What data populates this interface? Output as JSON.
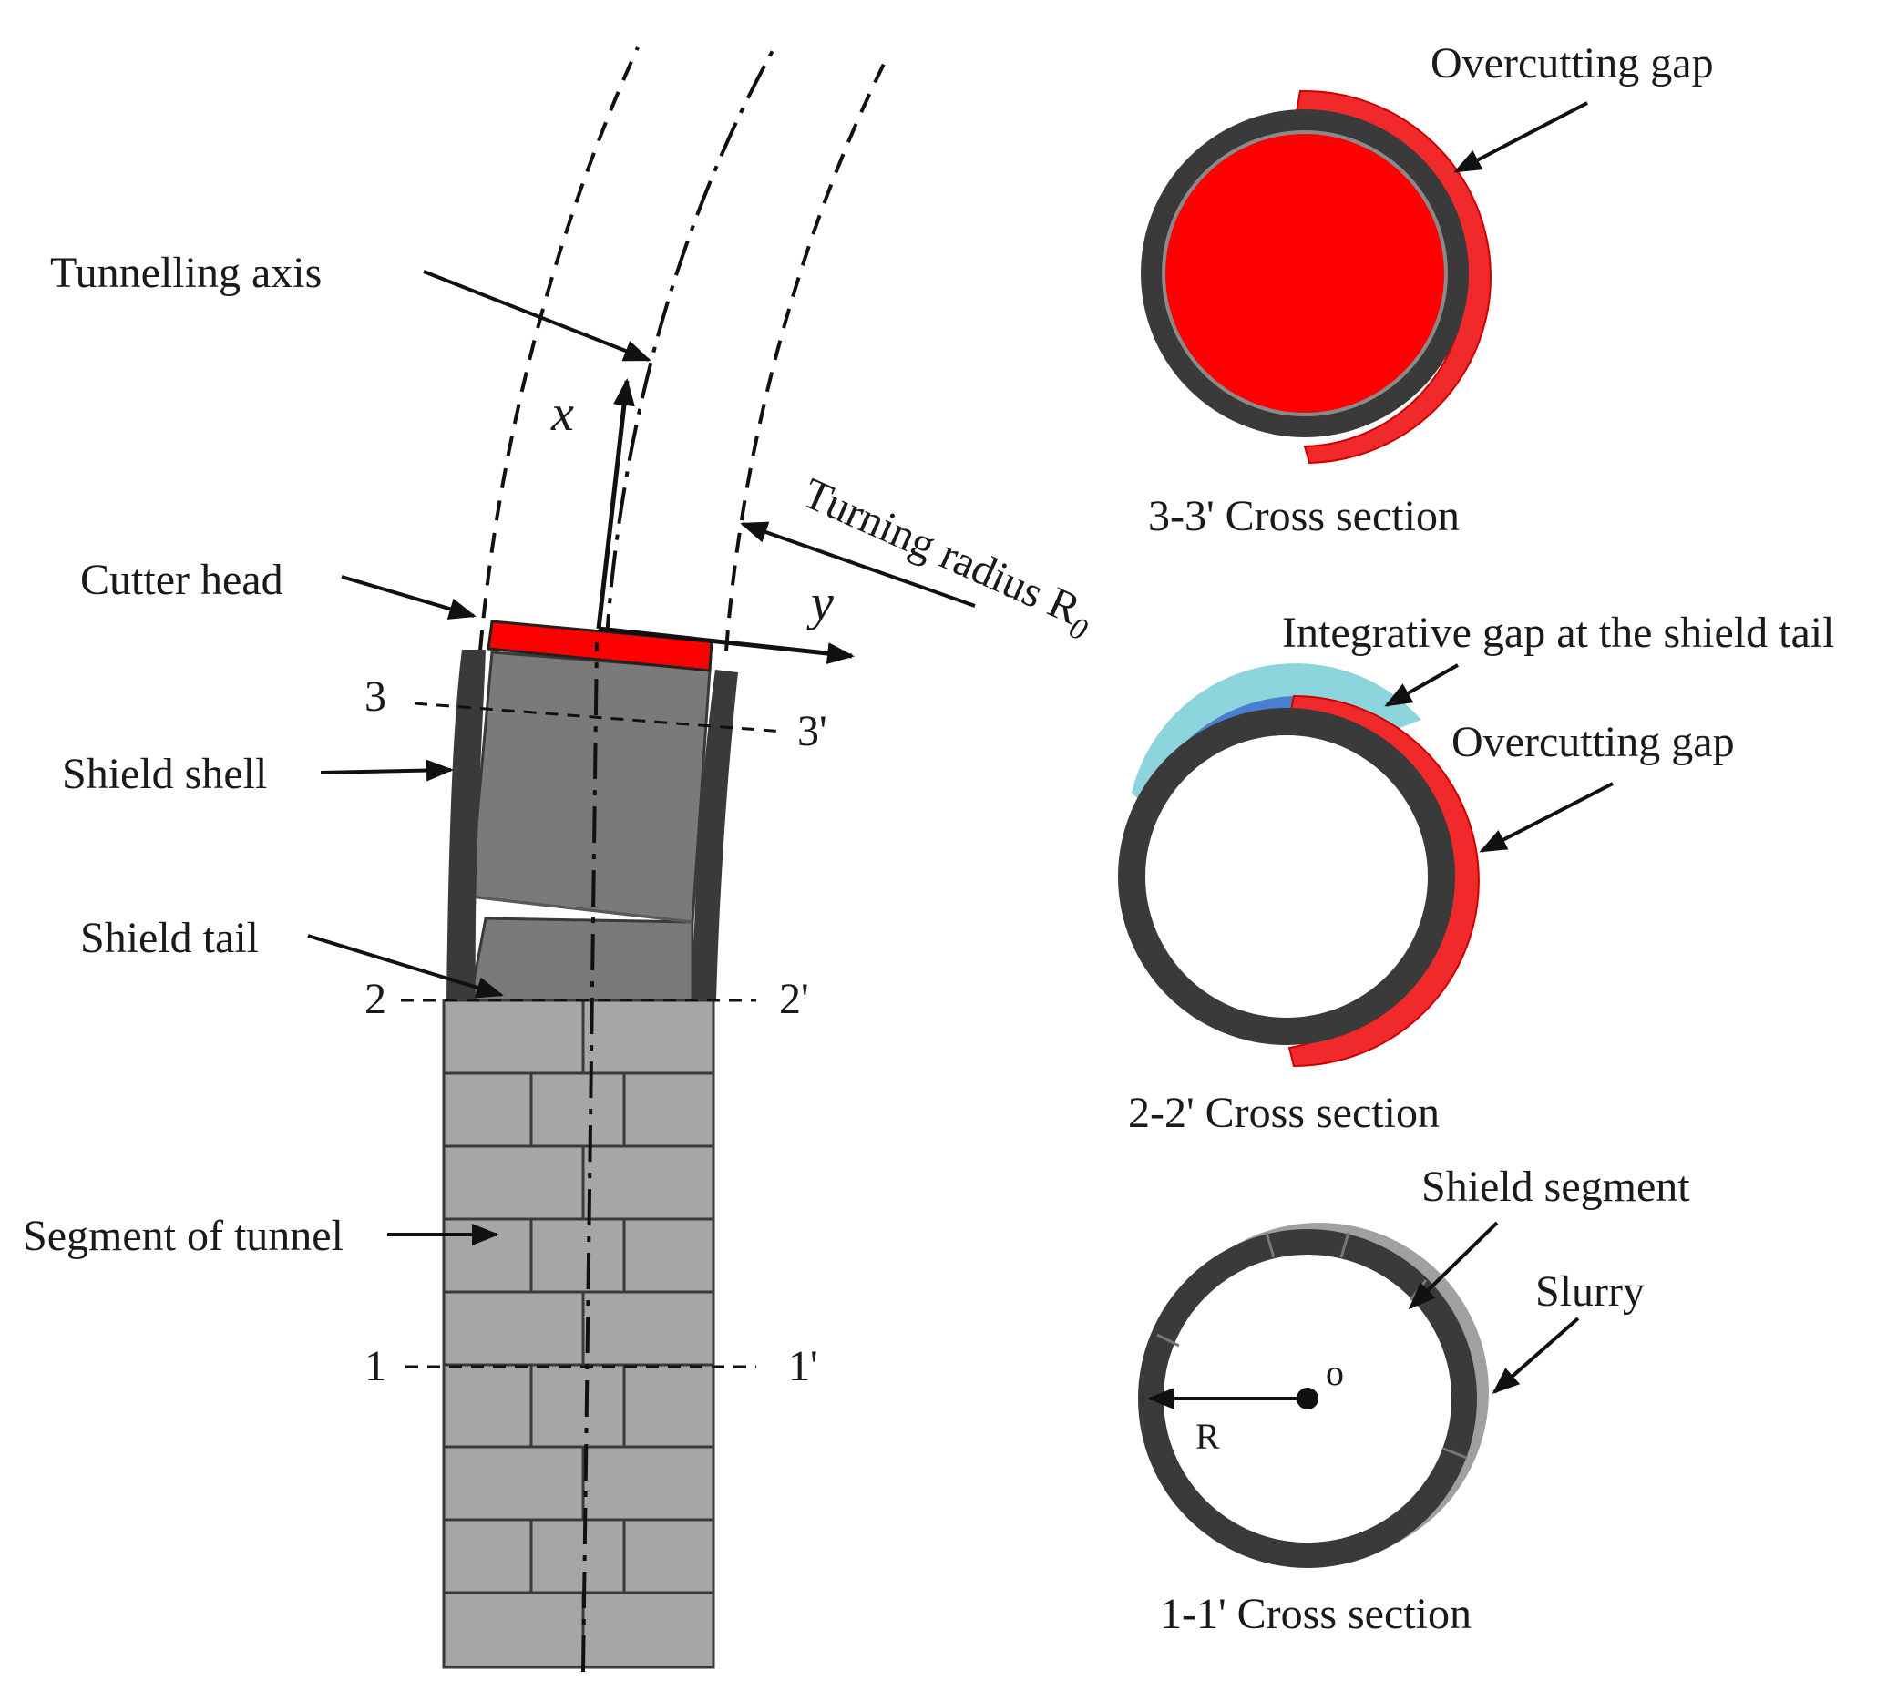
{
  "labels": {
    "tunnelling_axis": "Tunnelling axis",
    "cutter_head": "Cutter head",
    "shield_shell": "Shield shell",
    "shield_tail": "Shield tail",
    "segment_of_tunnel": "Segment of tunnel",
    "turning_radius": "Turning radius R",
    "turning_radius_sub": "0",
    "axis_x": "x",
    "axis_y": "y",
    "section_3": "3",
    "section_3p": "3'",
    "section_2": "2",
    "section_2p": "2'",
    "section_1": "1",
    "section_1p": "1'"
  },
  "cross_sections": {
    "s33": {
      "caption": "3-3' Cross section",
      "gap_label": "Overcutting gap"
    },
    "s22": {
      "caption": "2-2' Cross section",
      "tail_gap_label": "Integrative gap at the shield tail",
      "gap_label": "Overcutting gap"
    },
    "s11": {
      "caption": "1-1' Cross section",
      "segment_label": "Shield segment",
      "slurry_label": "Slurry",
      "center_label": "o",
      "radius_label": "R"
    }
  },
  "colors": {
    "cutter_red": "#ff0000",
    "shell_dark": "#3a3a3a",
    "shield_gray": "#7a7a7a",
    "segment_gray": "#a6a6a6",
    "slurry_gray": "#a0a0a0",
    "tail_gap_blue": "#4a7fd0",
    "tail_gap_cyan": "#7fd0d8"
  }
}
